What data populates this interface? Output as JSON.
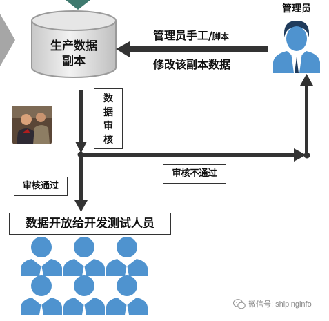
{
  "db": {
    "line1": "生产数据",
    "line2": "副本"
  },
  "admin": {
    "title": "管理员"
  },
  "edit_arrow": {
    "line1_main": "管理员手工/",
    "line1_small": "脚本",
    "line2": "修改该副本数据"
  },
  "review_box": {
    "chars": [
      "数",
      "据",
      "审",
      "核"
    ]
  },
  "reject_label": "审核不通过",
  "pass_label": "审核通过",
  "release_label": "数据开放给开发测试人员",
  "watermark": {
    "icon": "wechat-icon",
    "text": "微信号: shipinginfo"
  },
  "colors": {
    "arrow": "#333333",
    "person_blue": "#4f93cf",
    "cylinder_gray": "#d9d9d9",
    "teal": "#3f7a6f"
  }
}
